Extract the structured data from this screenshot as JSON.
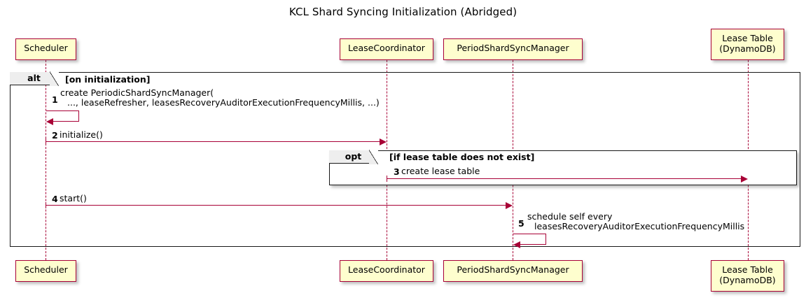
{
  "diagram": {
    "type": "uml-sequence-diagram",
    "title": "KCL Shard Syncing Initialization (Abridged)",
    "colors": {
      "participant_fill": "#FEFECE",
      "participant_border": "#A80036",
      "arrow": "#A80036",
      "frame_border": "#181818",
      "frame_tab_fill": "#EEEEEE",
      "background": "#FFFFFF"
    }
  },
  "participants": [
    {
      "id": "scheduler",
      "lines": [
        "Scheduler"
      ]
    },
    {
      "id": "lease-coordinator",
      "lines": [
        "LeaseCoordinator"
      ]
    },
    {
      "id": "period-shard-sync-manager",
      "lines": [
        "PeriodShardSyncManager"
      ]
    },
    {
      "id": "lease-table",
      "lines": [
        "Lease Table",
        "(DynamoDB)"
      ]
    }
  ],
  "fragments": [
    {
      "id": "alt-on-initialization",
      "operator": "alt",
      "condition": "[on initialization]"
    },
    {
      "id": "opt-lease-table-missing",
      "operator": "opt",
      "condition": "[if lease table does not exist]"
    }
  ],
  "messages": [
    {
      "number": "1",
      "from": "scheduler",
      "to": "scheduler",
      "kind": "self-call",
      "lines": [
        "create PeriodicShardSyncManager(",
        "..., leaseRefresher, leasesRecoveryAuditorExecutionFrequencyMillis, ...)"
      ]
    },
    {
      "number": "2",
      "from": "scheduler",
      "to": "lease-coordinator",
      "kind": "call",
      "lines": [
        "initialize()"
      ]
    },
    {
      "number": "3",
      "from": "lease-coordinator",
      "to": "lease-table",
      "kind": "call",
      "lines": [
        "create lease table"
      ]
    },
    {
      "number": "4",
      "from": "scheduler",
      "to": "period-shard-sync-manager",
      "kind": "call",
      "lines": [
        "start()"
      ]
    },
    {
      "number": "5",
      "from": "period-shard-sync-manager",
      "to": "period-shard-sync-manager",
      "kind": "self-call",
      "lines": [
        "schedule self every",
        "leasesRecoveryAuditorExecutionFrequencyMillis"
      ]
    }
  ]
}
